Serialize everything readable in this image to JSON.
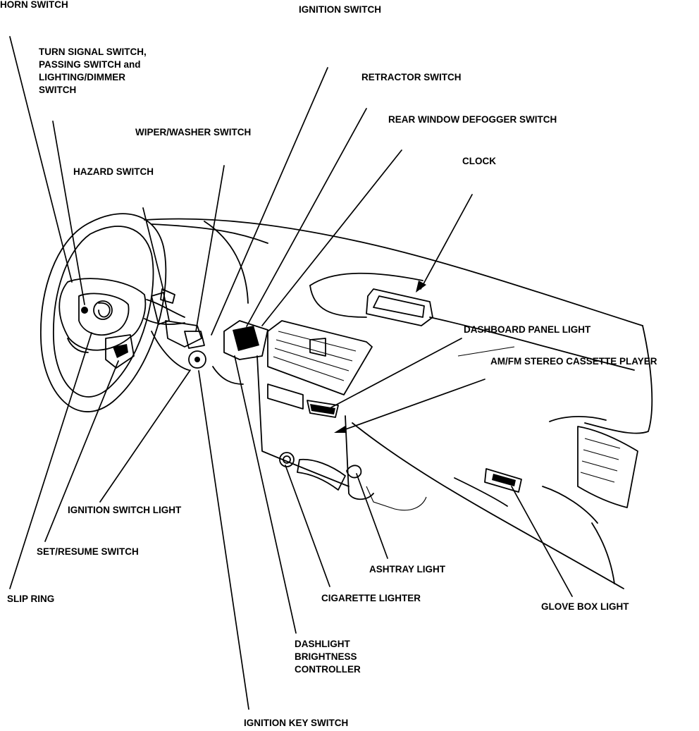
{
  "diagram": {
    "labels": {
      "horn_switch": "HORN SWITCH",
      "ignition_switch": "IGNITION SWITCH",
      "turn_signal_switch": [
        "TURN SIGNAL SWITCH,",
        "PASSING SWITCH and",
        "LIGHTING/DIMMER",
        "SWITCH"
      ],
      "retractor_switch": "RETRACTOR SWITCH",
      "rear_window_defogger_switch": "REAR WINDOW DEFOGGER  SWITCH",
      "wiper_washer_switch": "WIPER/WASHER SWITCH",
      "clock": "CLOCK",
      "hazard_switch": "HAZARD SWITCH",
      "dashboard_panel_light": "DASHBOARD PANEL LIGHT",
      "stereo_cassette_player": "AM/FM STEREO CASSETTE PLAYER",
      "ignition_switch_light": "IGNITION SWITCH LIGHT",
      "set_resume_switch": "SET/RESUME SWITCH",
      "ashtray_light": "ASHTRAY LIGHT",
      "slip_ring": "SLIP RING",
      "cigarette_lighter": "CIGARETTE LIGHTER",
      "glove_box_light": "GLOVE BOX LIGHT",
      "dashlight_brightness_controller": [
        "DASHLIGHT",
        "BRIGHTNESS",
        "CONTROLLER"
      ],
      "ignition_key_switch": "IGNITION KEY SWITCH"
    }
  }
}
